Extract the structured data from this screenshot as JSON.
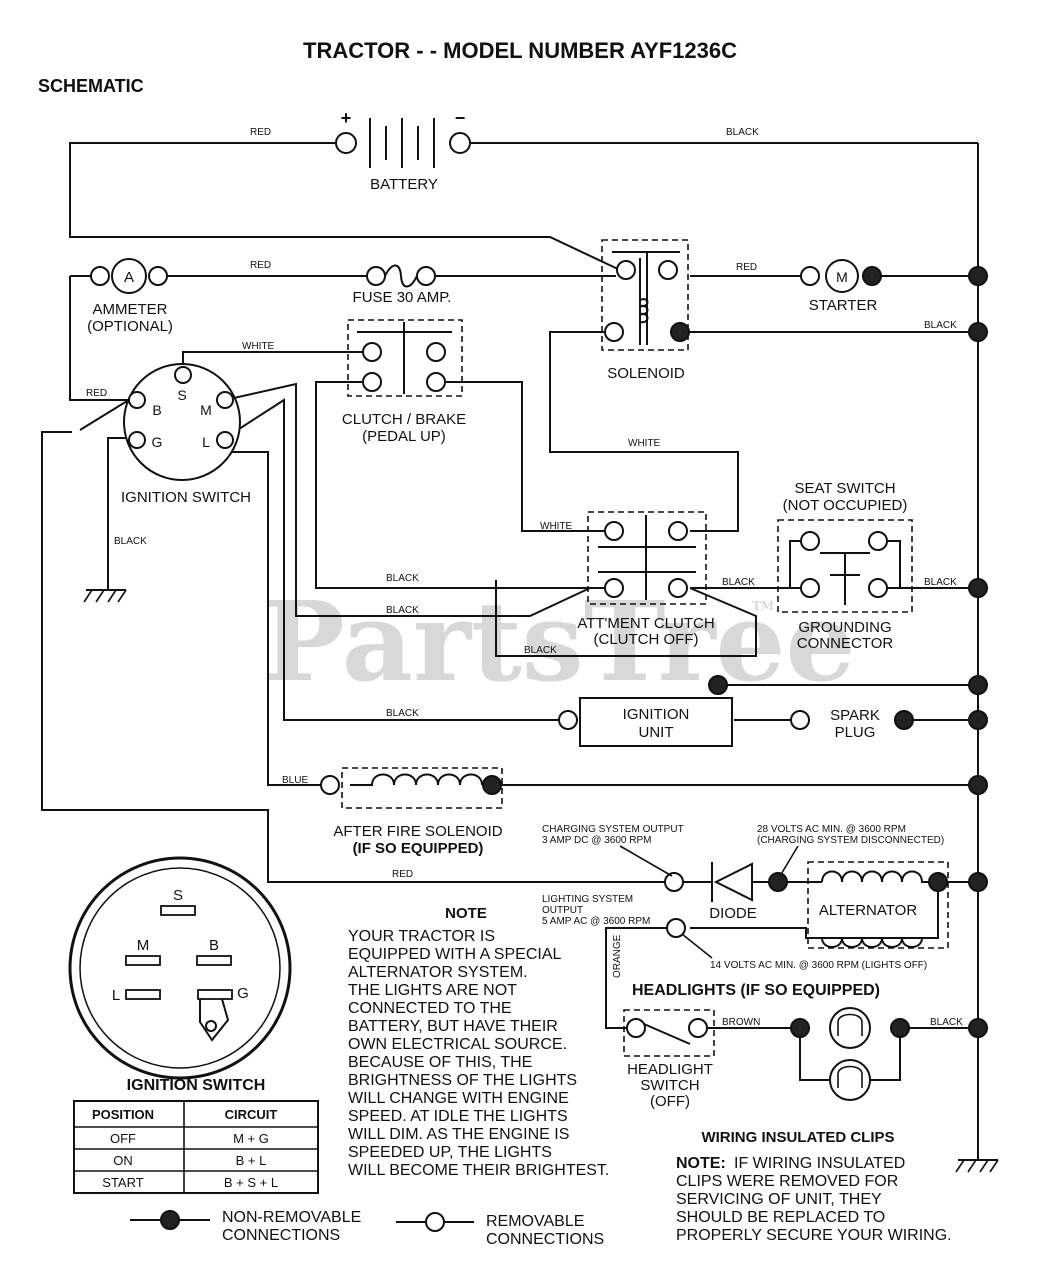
{
  "title": "TRACTOR - - MODEL NUMBER AYF1236C",
  "section": "SCHEMATIC",
  "watermark": "PartsTree",
  "watermark_tm": "TM",
  "battery": {
    "label": "BATTERY",
    "plus": "+",
    "minus": "−"
  },
  "components": {
    "ammeter": "AMMETER",
    "ammeter_sub": "(OPTIONAL)",
    "ammeter_symbol": "A",
    "fuse": "FUSE 30 AMP.",
    "solenoid": "SOLENOID",
    "starter": "STARTER",
    "starter_symbol": "M",
    "clutch_brake": "CLUTCH / BRAKE",
    "clutch_brake_sub": "(PEDAL UP)",
    "ignition_switch": "IGNITION SWITCH",
    "seat_switch": "SEAT SWITCH",
    "seat_switch_sub": "(NOT OCCUPIED)",
    "grounding": "GROUNDING",
    "grounding_sub": "CONNECTOR",
    "attment_clutch": "ATT'MENT CLUTCH",
    "attment_clutch_sub": "(CLUTCH OFF)",
    "ignition_unit_1": "IGNITION",
    "ignition_unit_2": "UNIT",
    "spark_plug_1": "SPARK",
    "spark_plug_2": "PLUG",
    "after_fire": "AFTER FIRE SOLENOID",
    "after_fire_sub": "(IF SO EQUIPPED)",
    "diode": "DIODE",
    "alternator": "ALTERNATOR",
    "headlights": "HEADLIGHTS (IF SO EQUIPPED)",
    "headlight_switch_1": "HEADLIGHT",
    "headlight_switch_2": "SWITCH",
    "headlight_switch_3": "(OFF)"
  },
  "switch_terminals": {
    "S": "S",
    "B": "B",
    "M": "M",
    "G": "G",
    "L": "L"
  },
  "wire_labels": {
    "red": "RED",
    "black": "BLACK",
    "white": "WHITE",
    "blue": "BLUE",
    "brown": "BROWN",
    "orange": "ORANGE"
  },
  "specs": {
    "charging_1": "CHARGING SYSTEM OUTPUT",
    "charging_2": "3 AMP DC @ 3600 RPM",
    "volts28_1": "28 VOLTS AC MIN. @ 3600 RPM",
    "volts28_2": "(CHARGING SYSTEM DISCONNECTED)",
    "lighting_1": "LIGHTING SYSTEM",
    "lighting_2": "OUTPUT",
    "lighting_3": "5 AMP AC @ 3600 RPM",
    "volts14": "14 VOLTS AC MIN. @ 3600 RPM (LIGHTS OFF)"
  },
  "note": {
    "heading": "NOTE",
    "lines": [
      "YOUR TRACTOR IS",
      "EQUIPPED WITH A SPECIAL",
      "ALTERNATOR SYSTEM.",
      "THE LIGHTS ARE NOT",
      "CONNECTED TO THE",
      "BATTERY, BUT HAVE THEIR",
      "OWN ELECTRICAL SOURCE.",
      "BECAUSE OF THIS, THE",
      "BRIGHTNESS OF THE LIGHTS",
      "WILL CHANGE WITH ENGINE",
      "SPEED.  AT IDLE THE LIGHTS",
      "WILL DIM.  AS THE ENGINE IS",
      "SPEEDED UP, THE LIGHTS",
      "WILL BECOME THEIR BRIGHTEST."
    ]
  },
  "ignition_table": {
    "title": "IGNITION SWITCH",
    "headers": [
      "POSITION",
      "CIRCUIT"
    ],
    "rows": [
      [
        "OFF",
        "M + G"
      ],
      [
        "ON",
        "B + L"
      ],
      [
        "START",
        "B + S + L"
      ]
    ]
  },
  "clips": {
    "heading": "WIRING INSULATED CLIPS",
    "note_label": "NOTE:",
    "line1": "IF WIRING INSULATED",
    "lines": [
      "CLIPS WERE REMOVED FOR",
      "SERVICING OF UNIT, THEY",
      "SHOULD BE REPLACED TO",
      "PROPERLY SECURE YOUR WIRING."
    ]
  },
  "legend": {
    "non_removable_1": "NON-REMOVABLE",
    "non_removable_2": "CONNECTIONS",
    "removable_1": "REMOVABLE",
    "removable_2": "CONNECTIONS"
  }
}
